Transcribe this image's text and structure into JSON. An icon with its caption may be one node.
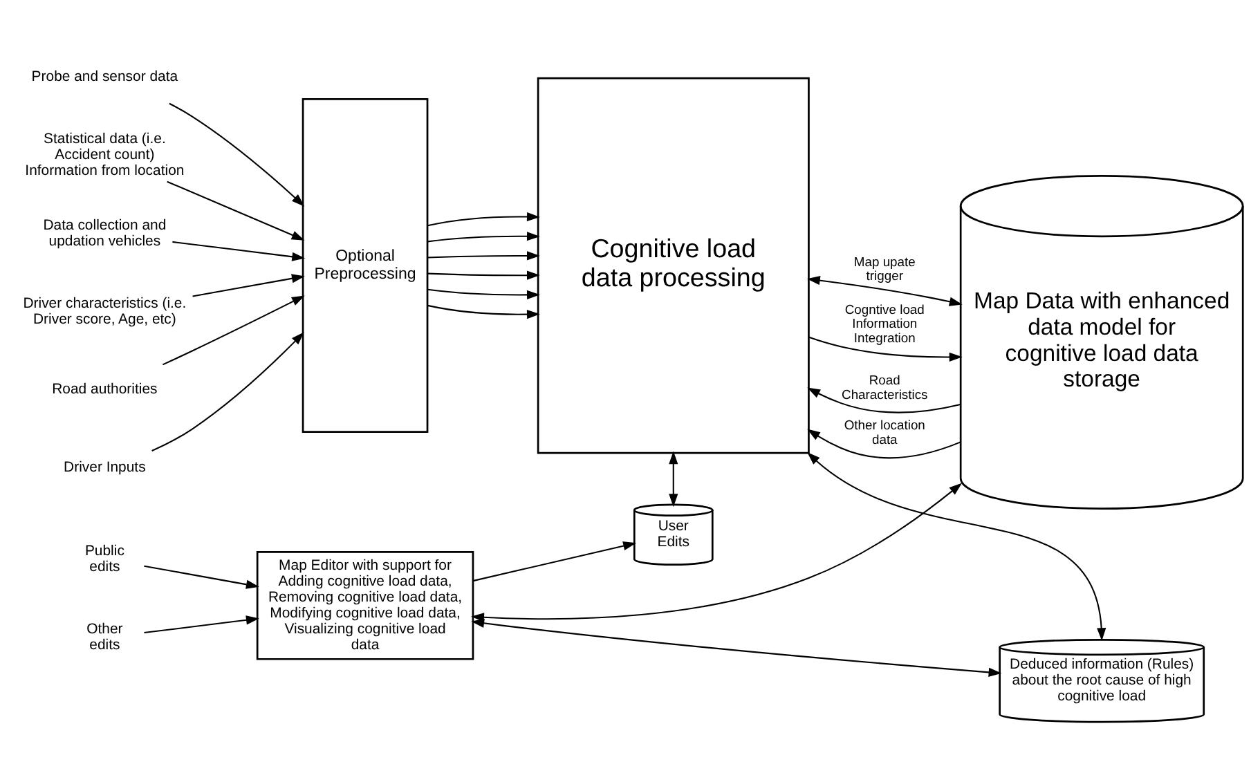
{
  "diagram": {
    "nodes": [
      {
        "text": [
          "Probe and sensor data"
        ]
      },
      {
        "text": [
          "Statistical data (i.e. Accident count) Information from location"
        ]
      },
      {
        "text": [
          "Data collection and updation vehicles"
        ]
      },
      {
        "text": [
          "Driver characteristics (i.e. Driver score, Age, etc)"
        ]
      },
      {
        "text": [
          "Road authorities"
        ]
      },
      {
        "text": [
          "Driver Inputs"
        ]
      },
      {
        "text": [
          "Optional Preprocessing"
        ]
      },
      {
        "text": [
          "Cognitive load data processing"
        ]
      },
      {
        "text": [
          "Map Data with enhanced data model for cognitive load data storage"
        ]
      },
      {
        "text": [
          "Public edits"
        ]
      },
      {
        "text": [
          "Other edits"
        ]
      },
      {
        "text": [
          "Map Editor with support for Adding cognitive load data, Removing cognitive load data, Modifying cognitive load data, Visualizing cognitive load data"
        ]
      },
      {
        "text": [
          "User Edits"
        ]
      },
      {
        "text": [
          "Deduced information (Rules) about the root cause of high cognitive load"
        ]
      }
    ],
    "edges": [
      {
        "from": 0,
        "to": 6,
        "arrow": "to"
      },
      {
        "from": 1,
        "to": 6,
        "arrow": "to"
      },
      {
        "from": 2,
        "to": 6,
        "arrow": "to"
      },
      {
        "from": 3,
        "to": 6,
        "arrow": "to"
      },
      {
        "from": 4,
        "to": 6,
        "arrow": "to"
      },
      {
        "from": 5,
        "to": 6,
        "arrow": "to"
      },
      {
        "from": 6,
        "to": 7,
        "arrow": "to"
      },
      {
        "from": 6,
        "to": 7,
        "arrow": "to"
      },
      {
        "from": 6,
        "to": 7,
        "arrow": "to"
      },
      {
        "from": 6,
        "to": 7,
        "arrow": "to"
      },
      {
        "from": 6,
        "to": 7,
        "arrow": "to"
      },
      {
        "from": 6,
        "to": 7,
        "arrow": "to"
      },
      {
        "from": 8,
        "to": 7,
        "arrow": "to",
        "label": "Road Characteristics"
      },
      {
        "from": 8,
        "to": 7,
        "arrow": "to",
        "label": "Other location data"
      },
      {
        "from": 7,
        "to": 8,
        "arrow": "both",
        "label": "Map upate trigger"
      },
      {
        "from": 7,
        "to": 8,
        "arrow": "to",
        "label": "Cogntive load Information Integration"
      },
      {
        "from": 7,
        "to": 13,
        "arrow": "both"
      },
      {
        "from": 7,
        "to": 12,
        "arrow": "both"
      },
      {
        "from": 9,
        "to": 11,
        "arrow": "to"
      },
      {
        "from": 10,
        "to": 11,
        "arrow": "to"
      },
      {
        "from": 11,
        "to": 12,
        "arrow": "to"
      },
      {
        "from": 11,
        "to": 13,
        "arrow": "both"
      },
      {
        "from": 11,
        "to": 8,
        "arrow": "both"
      }
    ]
  }
}
